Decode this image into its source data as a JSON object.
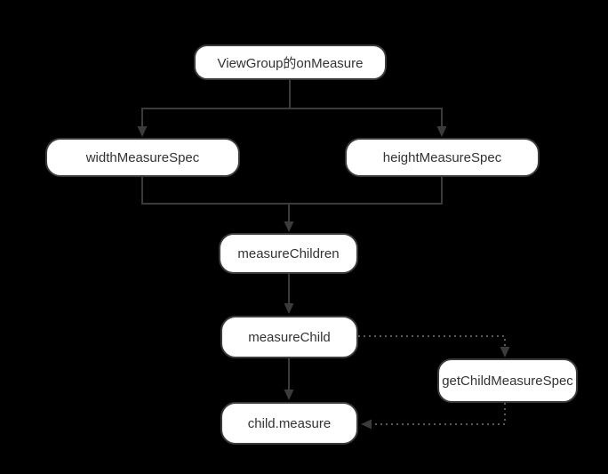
{
  "diagram": {
    "type": "flowchart",
    "colors": {
      "background": "#000000",
      "node_fill": "#ffffff",
      "node_border": "#3b3b3b",
      "text": "#333333",
      "solid_edge": "#3b3b3b",
      "dotted_edge": "#595959",
      "arrowhead": "#3b3b3b"
    },
    "nodes": [
      {
        "id": "on-measure",
        "label": "ViewGroup的onMeasure"
      },
      {
        "id": "width-measure-spec",
        "label": "widthMeasureSpec"
      },
      {
        "id": "height-measure-spec",
        "label": "heightMeasureSpec"
      },
      {
        "id": "measure-children",
        "label": "measureChildren"
      },
      {
        "id": "measure-child",
        "label": "measureChild"
      },
      {
        "id": "get-child-measure-spec",
        "label": "getChildMeasureSpec"
      },
      {
        "id": "child-measure",
        "label": "child.measure"
      }
    ],
    "edges": [
      {
        "from": "on-measure",
        "to": "width-measure-spec",
        "style": "solid"
      },
      {
        "from": "on-measure",
        "to": "height-measure-spec",
        "style": "solid"
      },
      {
        "from": "width-measure-spec",
        "to": "measure-children",
        "style": "solid"
      },
      {
        "from": "height-measure-spec",
        "to": "measure-children",
        "style": "solid"
      },
      {
        "from": "measure-children",
        "to": "measure-child",
        "style": "solid"
      },
      {
        "from": "measure-child",
        "to": "child-measure",
        "style": "solid"
      },
      {
        "from": "measure-child",
        "to": "get-child-measure-spec",
        "style": "dotted"
      },
      {
        "from": "get-child-measure-spec",
        "to": "child-measure",
        "style": "dotted"
      }
    ]
  }
}
